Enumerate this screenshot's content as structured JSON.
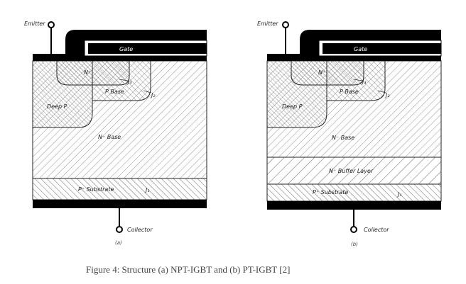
{
  "figure": {
    "caption": "Figure 4: Structure (a) NPT-IGBT and (b) PT-IGBT [2]"
  },
  "panel_a": {
    "emitter": "Emitter",
    "gate": "Gate",
    "n_plus": "N⁺",
    "j3": "J₃",
    "p_base": "P Base",
    "j2": "J₂",
    "deep_p": "Deep P",
    "n_minus_base": "N⁻ Base",
    "p_plus_substrate": "P⁺ Substrate",
    "j1": "J₁",
    "collector": "Collector",
    "sublabel": "(a)"
  },
  "panel_b": {
    "emitter": "Emitter",
    "gate": "Gate",
    "n_plus": "N⁺",
    "j3": "J₃",
    "p_base": "P Base",
    "j2": "J₂",
    "deep_p": "Deep P",
    "n_minus_base": "N⁻ Base",
    "buffer": "N⁺ Buffer Layer",
    "p_plus_substrate": "P⁺ Substrate",
    "j1": "J₁",
    "collector": "Collector",
    "sublabel": "(b)"
  }
}
